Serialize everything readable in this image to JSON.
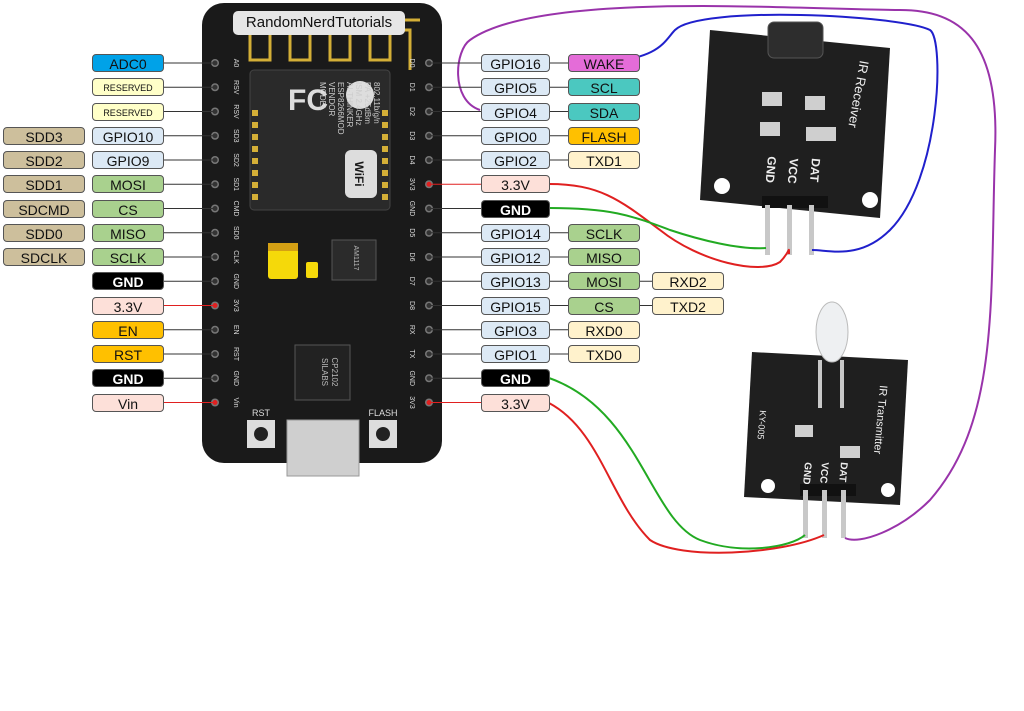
{
  "board": {
    "brand_label": "RandomNerdTutorials",
    "module_text": [
      "MODEL",
      "VENDOR",
      "ESP8266MOD",
      "AI-THINKER",
      "ISM 2.4GHz",
      "PA +25dBm",
      "802.11b/g/n"
    ],
    "chip_text": [
      "SILABS",
      "CP2102"
    ],
    "regulator_text": "AM1117",
    "fcc_text": "FC",
    "wifi_text": "WiFi",
    "button_labels": [
      "RST",
      "FLASH"
    ],
    "left_silk": [
      "A0",
      "RSV",
      "RSV",
      "SD3",
      "SD2",
      "SD1",
      "CMD",
      "SD0",
      "CLK",
      "GND",
      "3V3",
      "EN",
      "RST",
      "GND",
      "Vin"
    ],
    "right_silk": [
      "D0",
      "D1",
      "D2",
      "D3",
      "D4",
      "3V3",
      "GND",
      "D5",
      "D6",
      "D7",
      "D8",
      "RX",
      "TX",
      "GND",
      "3V3"
    ]
  },
  "left_pins": [
    {
      "labels": [
        {
          "text": "ADC0",
          "bg": "#00a2e8"
        }
      ]
    },
    {
      "labels": [
        {
          "text": "RESERVED",
          "bg": "#ffffc8",
          "small": true
        }
      ]
    },
    {
      "labels": [
        {
          "text": "RESERVED",
          "bg": "#ffffc8",
          "small": true
        }
      ]
    },
    {
      "labels": [
        {
          "text": "SDD3",
          "bg": "#cdbf9c"
        },
        {
          "text": "GPIO10",
          "bg": "#dce9f5"
        }
      ]
    },
    {
      "labels": [
        {
          "text": "SDD2",
          "bg": "#cdbf9c"
        },
        {
          "text": "GPIO9",
          "bg": "#dce9f5"
        }
      ]
    },
    {
      "labels": [
        {
          "text": "SDD1",
          "bg": "#cdbf9c"
        },
        {
          "text": "MOSI",
          "bg": "#a9d18e"
        }
      ]
    },
    {
      "labels": [
        {
          "text": "SDCMD",
          "bg": "#cdbf9c"
        },
        {
          "text": "CS",
          "bg": "#a9d18e"
        }
      ]
    },
    {
      "labels": [
        {
          "text": "SDD0",
          "bg": "#cdbf9c"
        },
        {
          "text": "MISO",
          "bg": "#a9d18e"
        }
      ]
    },
    {
      "labels": [
        {
          "text": "SDCLK",
          "bg": "#cdbf9c"
        },
        {
          "text": "SCLK",
          "bg": "#a9d18e"
        }
      ]
    },
    {
      "labels": [
        {
          "text": "GND",
          "bg": "#000000",
          "dark": true
        }
      ]
    },
    {
      "labels": [
        {
          "text": "3.3V",
          "bg": "#fde0d9"
        }
      ],
      "power": true
    },
    {
      "labels": [
        {
          "text": "EN",
          "bg": "#ffc000"
        }
      ]
    },
    {
      "labels": [
        {
          "text": "RST",
          "bg": "#ffc000"
        }
      ]
    },
    {
      "labels": [
        {
          "text": "GND",
          "bg": "#000000",
          "dark": true
        }
      ]
    },
    {
      "labels": [
        {
          "text": "Vin",
          "bg": "#fde0d9"
        }
      ],
      "power": true
    }
  ],
  "right_pins": [
    {
      "labels": [
        {
          "text": "GPIO16",
          "bg": "#dce9f5"
        },
        {
          "text": "WAKE",
          "bg": "#e46cd8"
        }
      ]
    },
    {
      "labels": [
        {
          "text": "GPIO5",
          "bg": "#dce9f5"
        },
        {
          "text": "SCL",
          "bg": "#4bc8c0"
        }
      ]
    },
    {
      "labels": [
        {
          "text": "GPIO4",
          "bg": "#dce9f5"
        },
        {
          "text": "SDA",
          "bg": "#4bc8c0"
        }
      ]
    },
    {
      "labels": [
        {
          "text": "GPIO0",
          "bg": "#dce9f5"
        },
        {
          "text": "FLASH",
          "bg": "#ffc000"
        }
      ]
    },
    {
      "labels": [
        {
          "text": "GPIO2",
          "bg": "#dce9f5"
        },
        {
          "text": "TXD1",
          "bg": "#fff2cc"
        }
      ]
    },
    {
      "labels": [
        {
          "text": "3.3V",
          "bg": "#fde0d9"
        }
      ],
      "power": true
    },
    {
      "labels": [
        {
          "text": "GND",
          "bg": "#000000",
          "dark": true
        }
      ]
    },
    {
      "labels": [
        {
          "text": "GPIO14",
          "bg": "#dce9f5"
        },
        {
          "text": "SCLK",
          "bg": "#a9d18e"
        }
      ]
    },
    {
      "labels": [
        {
          "text": "GPIO12",
          "bg": "#dce9f5"
        },
        {
          "text": "MISO",
          "bg": "#a9d18e"
        }
      ]
    },
    {
      "labels": [
        {
          "text": "GPIO13",
          "bg": "#dce9f5"
        },
        {
          "text": "MOSI",
          "bg": "#a9d18e"
        },
        {
          "text": "RXD2",
          "bg": "#fff2cc"
        }
      ]
    },
    {
      "labels": [
        {
          "text": "GPIO15",
          "bg": "#dce9f5"
        },
        {
          "text": "CS",
          "bg": "#a9d18e"
        },
        {
          "text": "TXD2",
          "bg": "#fff2cc"
        }
      ]
    },
    {
      "labels": [
        {
          "text": "GPIO3",
          "bg": "#dce9f5"
        },
        {
          "text": "RXD0",
          "bg": "#fff2cc"
        }
      ]
    },
    {
      "labels": [
        {
          "text": "GPIO1",
          "bg": "#dce9f5"
        },
        {
          "text": "TXD0",
          "bg": "#fff2cc"
        }
      ]
    },
    {
      "labels": [
        {
          "text": "GND",
          "bg": "#000000",
          "dark": true
        }
      ]
    },
    {
      "labels": [
        {
          "text": "3.3V",
          "bg": "#fde0d9"
        }
      ],
      "power": true
    }
  ],
  "ir_receiver": {
    "title": "IR Receiver",
    "pin_labels": [
      "GND",
      "VCC",
      "DAT"
    ]
  },
  "ir_transmitter": {
    "title": "IR Transmitter",
    "part": "KY-005",
    "pin_labels": [
      "GND",
      "VCC",
      "DAT"
    ]
  },
  "colors": {
    "board": "#1a1a1a",
    "wire_red": "#e02020",
    "wire_green": "#22aa22",
    "wire_blue": "#2020cc",
    "wire_purple": "#9933aa"
  }
}
